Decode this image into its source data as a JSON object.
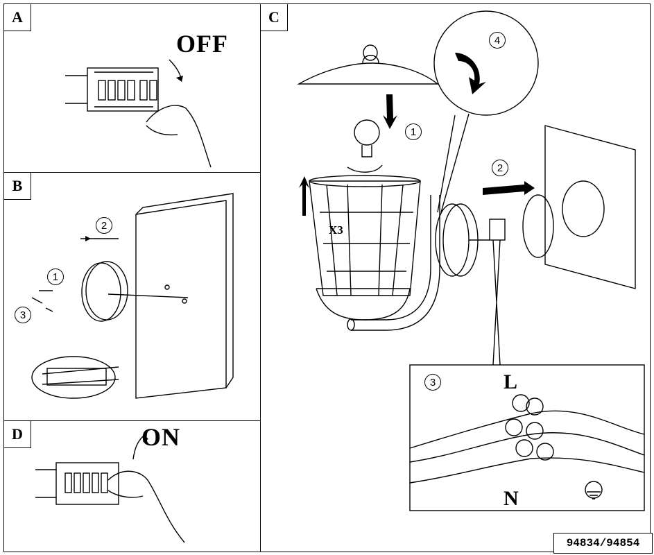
{
  "panels": {
    "a": {
      "label": "A",
      "instruction": "OFF"
    },
    "b": {
      "label": "B",
      "steps": [
        "1",
        "2",
        "3"
      ]
    },
    "c": {
      "label": "C",
      "steps": [
        "1",
        "2",
        "3",
        "4"
      ],
      "multiplier": "X3",
      "live": "L",
      "neutral": "N"
    },
    "d": {
      "label": "D",
      "instruction": "ON"
    }
  },
  "model_number": "94834/94854"
}
